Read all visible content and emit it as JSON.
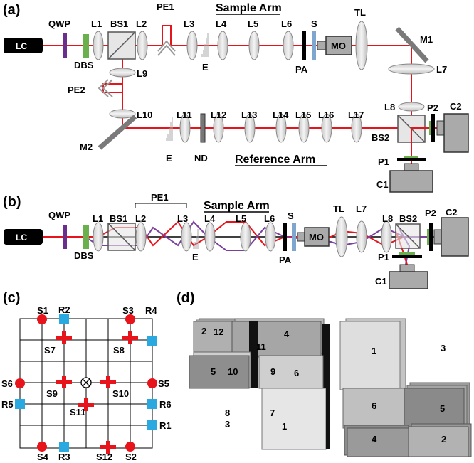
{
  "panels": {
    "a": "(a)",
    "b": "(b)",
    "c": "(c)",
    "d": "(d)"
  },
  "a": {
    "sample_arm": "Sample Arm",
    "reference_arm": "Reference Arm",
    "lc": "LC",
    "qwp": "QWP",
    "dbs": "DBS",
    "bs1": "BS1",
    "bs2": "BS2",
    "pe1": "PE1",
    "pe2": "PE2",
    "l1": "L1",
    "l2": "L2",
    "l3": "L3",
    "l4": "L4",
    "l5": "L5",
    "l6": "L6",
    "l7": "L7",
    "l8": "L8",
    "l9": "L9",
    "l10": "L10",
    "l11": "L11",
    "l12": "L12",
    "l13": "L13",
    "l14": "L14",
    "l15": "L15",
    "l16": "L16",
    "l17": "L17",
    "e1": "E",
    "e2": "E",
    "nd": "ND",
    "pa": "PA",
    "s": "S",
    "mo": "MO",
    "tl": "TL",
    "m1": "M1",
    "m2": "M2",
    "p1": "P1",
    "p2": "P2",
    "c1": "C1",
    "c2": "C2"
  },
  "b": {
    "sample_arm": "Sample Arm",
    "lc": "LC",
    "qwp": "QWP",
    "dbs": "DBS",
    "bs1": "BS1",
    "bs2": "BS2",
    "pe1": "PE1",
    "l1": "L1",
    "l2": "L2",
    "l3": "L3",
    "l4": "L4",
    "l5": "L5",
    "l6": "L6",
    "l7": "L7",
    "l8": "L8",
    "e": "E",
    "pa": "PA",
    "s": "S",
    "mo": "MO",
    "tl": "TL",
    "p1": "P1",
    "p2": "P2",
    "c1": "C1",
    "c2": "C2"
  },
  "c": {
    "sources": [
      "S1",
      "S2",
      "S3",
      "S4",
      "S5",
      "S6",
      "S7",
      "S8",
      "S9",
      "S10",
      "S11",
      "S12"
    ],
    "receivers": [
      "R1",
      "R2",
      "R3",
      "R4",
      "R5",
      "R6"
    ],
    "center_symbol": "⊗"
  },
  "d": {
    "left_labels": [
      "2",
      "12",
      "4",
      "11",
      "5",
      "10",
      "9",
      "6",
      "8",
      "3",
      "7",
      "1"
    ],
    "right_labels": [
      "1",
      "3",
      "6",
      "5",
      "4",
      "2"
    ]
  },
  "colors": {
    "beam": "#e8141b",
    "beam2": "#7b3fa0",
    "qwp": "#6a2f8c",
    "dbs": "#6ab04c",
    "s": "#7fa6cf",
    "src": "#e8141b",
    "rcv": "#2aa8e0"
  }
}
